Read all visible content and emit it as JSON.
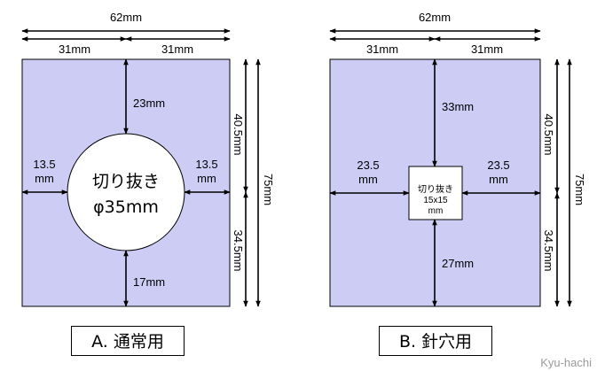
{
  "colors": {
    "panel_fill": "#ccccf5",
    "line": "#000000",
    "cutout_fill": "#ffffff"
  },
  "panels": [
    {
      "caption": "A. 通常用",
      "cutout": {
        "shape": "circle",
        "line1": "切り抜き",
        "line2": "φ35mm"
      },
      "dims": {
        "total_width": "62mm",
        "half_left": "31mm",
        "half_right": "31mm",
        "top_gap": "23mm",
        "bottom_gap": "17mm",
        "left_gap": [
          "13.5",
          "mm"
        ],
        "right_gap": [
          "13.5",
          "mm"
        ],
        "upper_height": "40.5mm",
        "lower_height": "34.5mm",
        "total_height": "75mm"
      }
    },
    {
      "caption": "B. 針穴用",
      "cutout": {
        "shape": "square",
        "line1": "切り抜き",
        "line2": "15x15",
        "line3": "mm"
      },
      "dims": {
        "total_width": "62mm",
        "half_left": "31mm",
        "half_right": "31mm",
        "top_gap": "33mm",
        "bottom_gap": "27mm",
        "left_gap": [
          "23.5",
          "mm"
        ],
        "right_gap": [
          "23.5",
          "mm"
        ],
        "upper_height": "40.5mm",
        "lower_height": "34.5mm",
        "total_height": "75mm"
      }
    }
  ],
  "watermark": "Kyu-hachi"
}
